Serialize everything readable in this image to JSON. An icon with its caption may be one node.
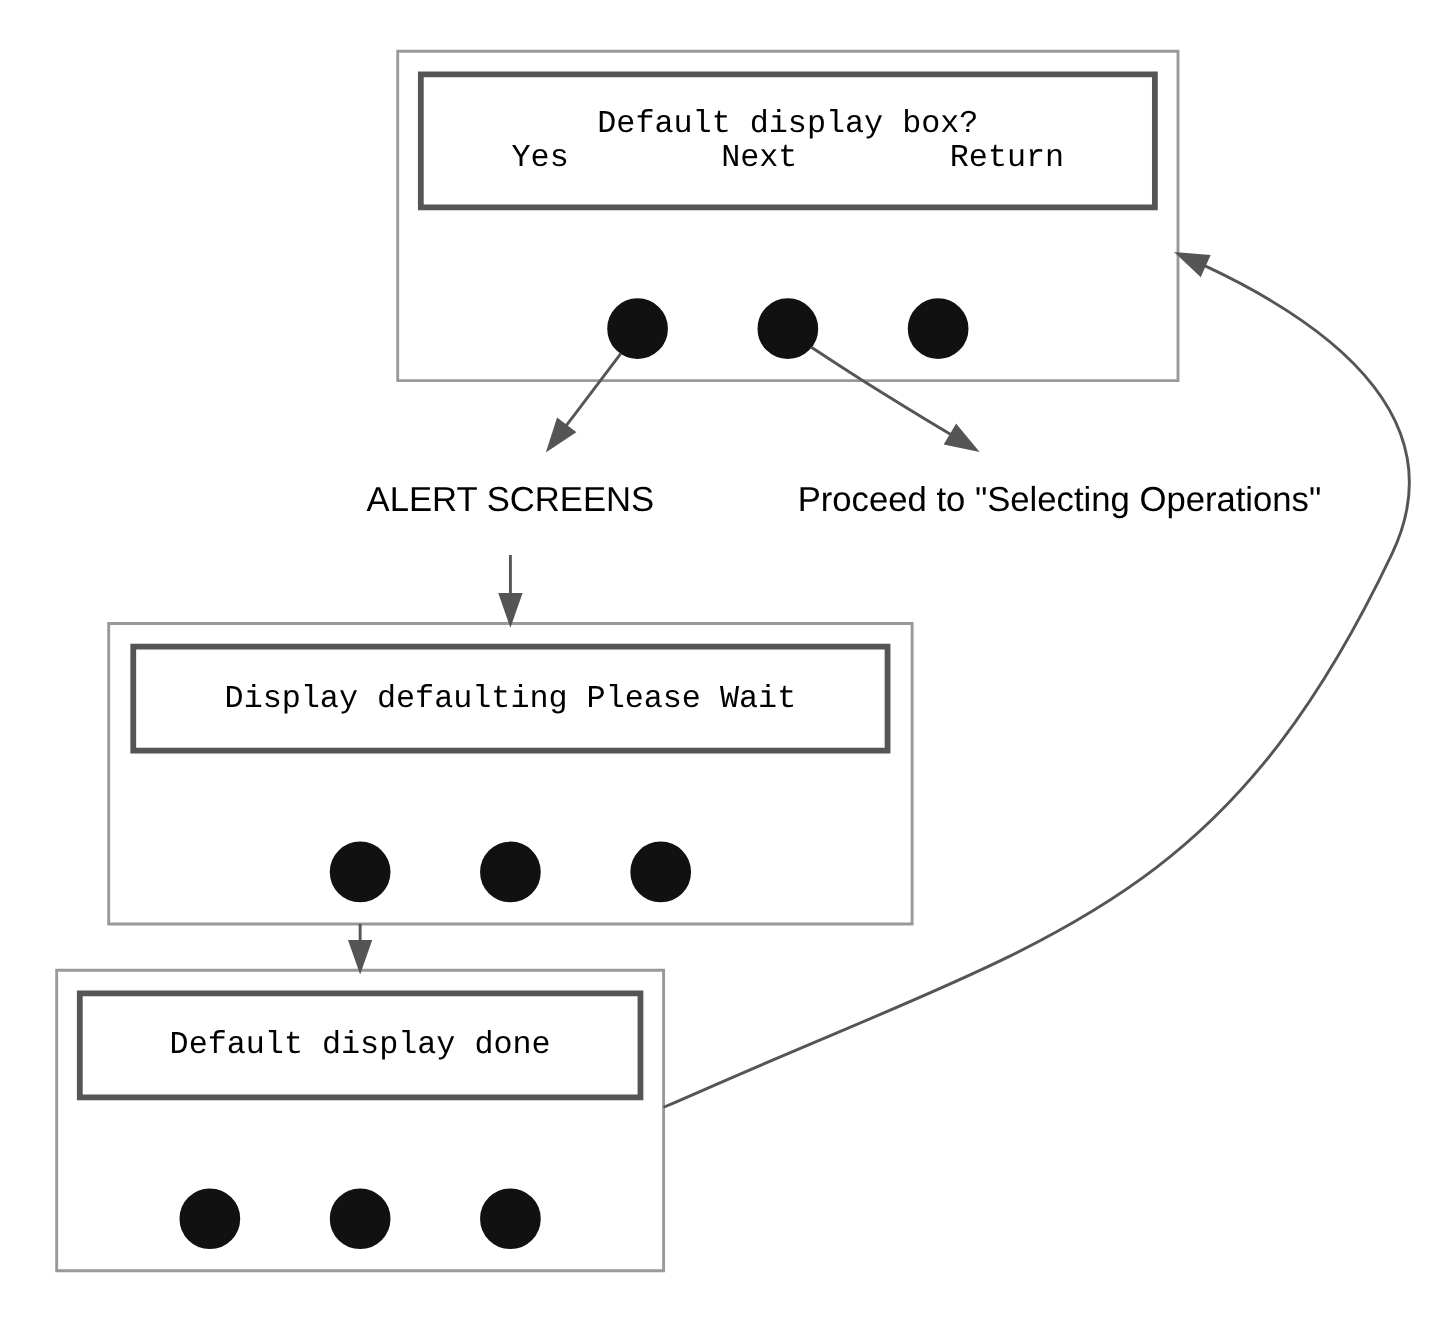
{
  "diagram": {
    "nodes": [
      {
        "text": [],
        "shape": "box"
      },
      {
        "text": [
          "Default display box?",
          "Yes",
          "Next",
          "Return"
        ],
        "in": 0
      },
      {
        "text": [],
        "shape": "circle",
        "in": 0
      },
      {
        "text": [],
        "shape": "circle",
        "in": 0
      },
      {
        "text": [],
        "shape": "circle",
        "in": 0
      },
      {
        "text": [
          "ALERT SCREENS"
        ]
      },
      {
        "text": [
          "Proceed to \"Selecting Operations\""
        ]
      },
      {
        "text": [],
        "shape": "box"
      },
      {
        "text": [
          "Display defaulting Please Wait"
        ],
        "in": 7
      },
      {
        "text": [],
        "shape": "circle",
        "in": 7
      },
      {
        "text": [],
        "shape": "circle",
        "in": 7
      },
      {
        "text": [],
        "shape": "circle",
        "in": 7
      },
      {
        "text": [],
        "shape": "box"
      },
      {
        "text": [
          "Default display done"
        ],
        "in": 12
      },
      {
        "text": [],
        "shape": "circle",
        "in": 12
      },
      {
        "text": [],
        "shape": "circle",
        "in": 12
      },
      {
        "text": [],
        "shape": "circle",
        "in": 12
      }
    ],
    "edges": [
      {
        "from": 2,
        "to": 5,
        "arrow": "to"
      },
      {
        "from": 5,
        "to": 7,
        "arrow": "to"
      },
      {
        "from": 3,
        "to": 6,
        "arrow": "to"
      },
      {
        "from": 7,
        "to": 12,
        "arrow": "to"
      },
      {
        "from": 12,
        "to": 0,
        "arrow": "to"
      }
    ]
  }
}
